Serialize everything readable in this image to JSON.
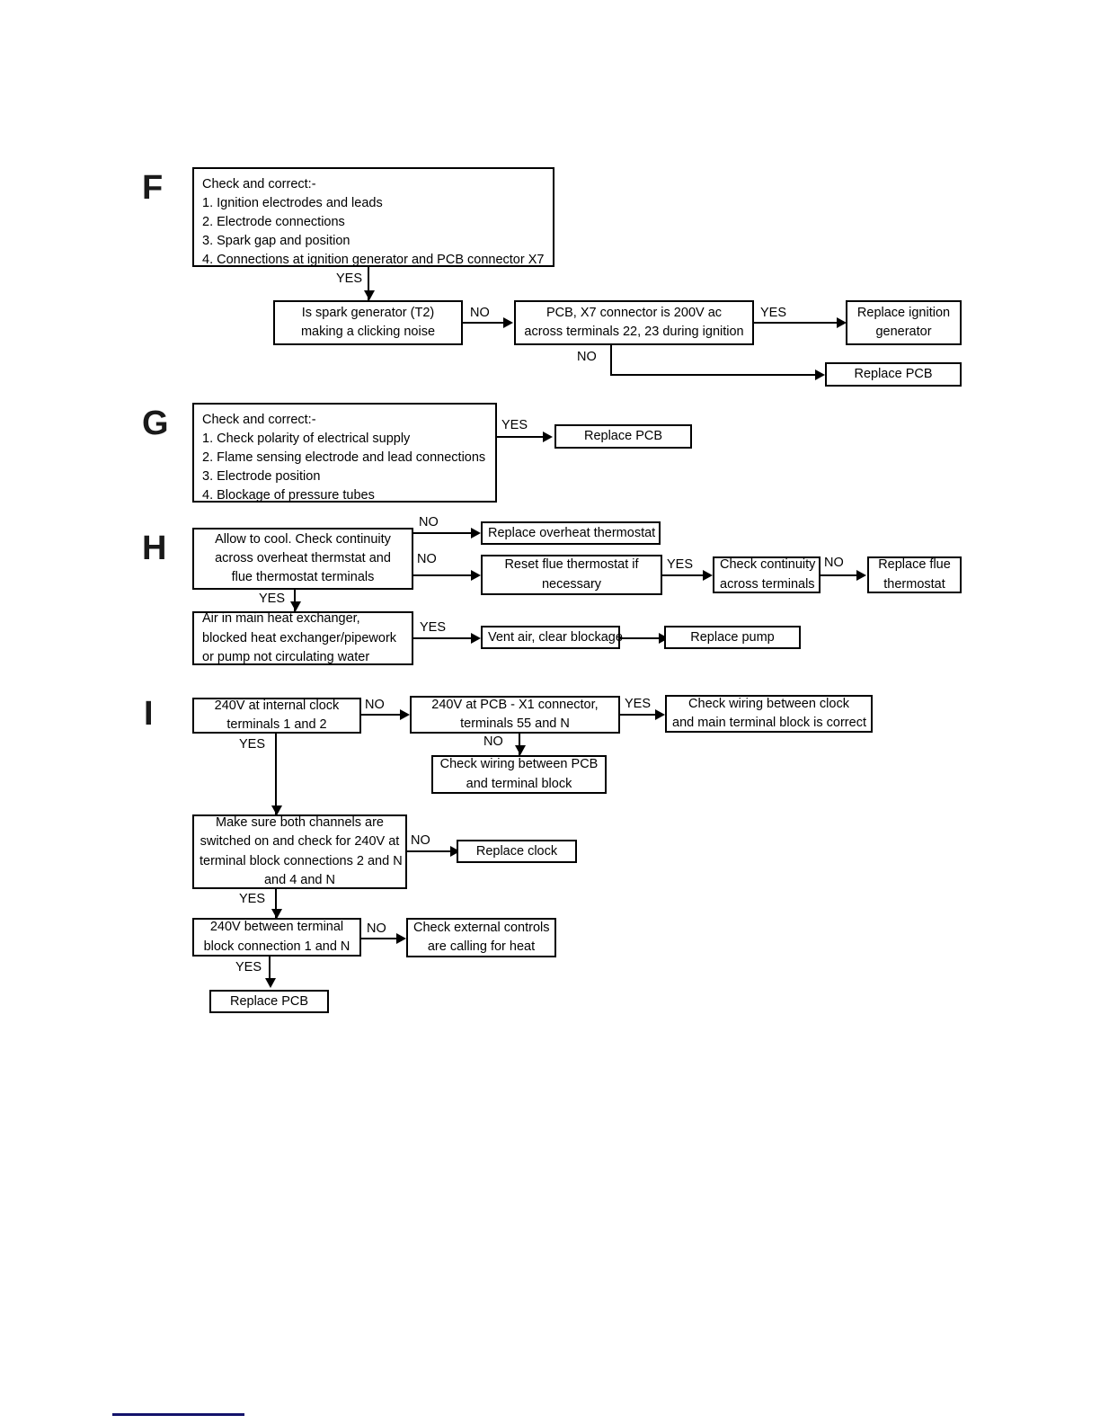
{
  "page": {
    "title": "Fault Finding Flowchart - Sections F, G, H, I",
    "footer_rule_color": "#13126b"
  },
  "sections": {
    "F": {
      "letter": "F",
      "intro_box": {
        "lines": [
          "Check and correct:-",
          "1. Ignition electrodes and leads",
          "2. Electrode connections",
          "3. Spark gap and position",
          "4. Connections at ignition generator and PCB connector X7"
        ]
      },
      "boxes": {
        "spark_generator": [
          "Is spark generator (T2)",
          "making a clicking noise"
        ],
        "pcb_x7": [
          "PCB, X7 connector is 200V ac",
          "across terminals 22, 23 during ignition"
        ],
        "replace_ignition_generator": [
          "Replace ignition",
          "generator"
        ],
        "replace_pcb": [
          "Replace PCB"
        ]
      },
      "labels": {
        "intro_yes": "YES",
        "spark_no": "NO",
        "x7_yes": "YES",
        "x7_no": "NO"
      }
    },
    "G": {
      "letter": "G",
      "intro_box": {
        "lines": [
          "Check and correct:-",
          "1. Check polarity of electrical supply",
          "2. Flame sensing electrode and lead connections",
          "3. Electrode position",
          "4. Blockage of pressure tubes"
        ]
      },
      "boxes": {
        "replace_pcb": [
          "Replace PCB"
        ]
      },
      "labels": {
        "yes": "YES"
      }
    },
    "H": {
      "letter": "H",
      "boxes": {
        "allow_to_cool": [
          "Allow to cool. Check continuity",
          "across overheat thermstat and",
          "flue thermostat terminals"
        ],
        "replace_overheat_thermostat": [
          "Replace overheat thermostat"
        ],
        "reset_flue_thermostat": [
          "Reset flue thermostat if",
          "necessary"
        ],
        "check_continuity": [
          "Check continuity",
          "across terminals"
        ],
        "replace_flue_thermostat": [
          "Replace flue",
          "thermostat"
        ],
        "air_in_heat_exchanger": [
          "Air in main heat exchanger,",
          "blocked heat exchanger/pipework",
          "or pump not circulating water"
        ],
        "vent_air": [
          "Vent air, clear blockage"
        ],
        "replace_pump": [
          "Replace pump"
        ]
      },
      "labels": {
        "cool_no_1": "NO",
        "cool_no_2": "NO",
        "cool_yes": "YES",
        "reset_yes": "YES",
        "continuity_no": "NO",
        "air_yes": "YES"
      }
    },
    "I": {
      "letter": "I",
      "boxes": {
        "clock_240v": [
          "240V at internal clock",
          "terminals 1 and 2"
        ],
        "pcb_x1_240v": [
          "240V at PCB - X1 connector,",
          "terminals 55 and N"
        ],
        "check_wiring_clock": [
          "Check wiring between clock",
          "and main terminal block is correct"
        ],
        "check_wiring_pcb": [
          "Check wiring between PCB",
          "and terminal block"
        ],
        "both_channels": [
          "Make sure both channels are",
          "switched on and check for 240V at",
          "terminal block connections 2 and N",
          "and 4 and N"
        ],
        "replace_clock": [
          "Replace clock"
        ],
        "terminal_1_n": [
          "240V between terminal",
          "block connection 1 and N"
        ],
        "check_external_controls": [
          "Check external controls",
          "are calling for heat"
        ],
        "replace_pcb": [
          "Replace PCB"
        ]
      },
      "labels": {
        "clock_no": "NO",
        "clock_yes": "YES",
        "x1_yes": "YES",
        "x1_no": "NO",
        "channels_no": "NO",
        "channels_yes": "YES",
        "terminal_no": "NO",
        "terminal_yes": "YES"
      }
    }
  }
}
